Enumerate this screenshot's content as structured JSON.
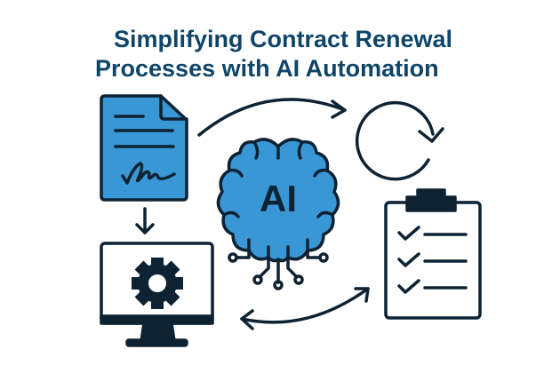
{
  "title": {
    "line1": "Simplifying Contract Renewal",
    "line2": "Processes with AI Automation"
  },
  "brain": {
    "label": "AI"
  },
  "icons": [
    "document-signature-icon",
    "arrow-down-icon",
    "monitor-gear-icon",
    "brain-ai-icon",
    "refresh-cycle-icon",
    "clipboard-checklist-icon",
    "curved-arrow-icon",
    "double-arrow-icon"
  ],
  "colors": {
    "accent": "#3a97d6",
    "outline": "#0d2233",
    "title": "#0e4569"
  }
}
